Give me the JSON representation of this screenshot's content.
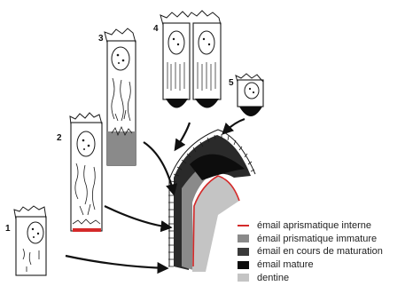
{
  "stages": [
    {
      "number": "1"
    },
    {
      "number": "2"
    },
    {
      "number": "3"
    },
    {
      "number": "4"
    },
    {
      "number": "5"
    }
  ],
  "legend": [
    {
      "label": "émail  aprismatique interne",
      "color": "#d42a2a",
      "kind": "line"
    },
    {
      "label": "émail  prismatique immature",
      "color": "#8a8a8a",
      "kind": "box"
    },
    {
      "label": "émail en cours de maturation",
      "color": "#3a3a3a",
      "kind": "box"
    },
    {
      "label": "émail mature",
      "color": "#0d0d0d",
      "kind": "box"
    },
    {
      "label": "dentine",
      "color": "#c4c4c4",
      "kind": "box"
    }
  ],
  "colors": {
    "line": "#1a1a1a",
    "red_layer": "#d42a2a",
    "immature": "#8a8a8a",
    "maturation": "#3a3a3a",
    "mature": "#0d0d0d",
    "dentine": "#c4c4c4"
  }
}
